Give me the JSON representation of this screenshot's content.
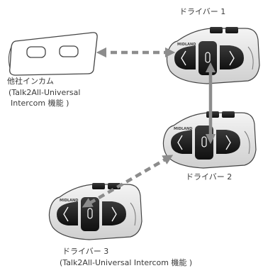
{
  "labels": {
    "driver1": "ドライバー 1",
    "driver2": "ドライバー 2",
    "driver3": "ドライバー 3",
    "driver3_mode": "(Talk2All-Universal Intercom 機能 )",
    "other_intercom": "他社インカム",
    "other_mode_line1": "(Talk2All-Universal",
    "other_mode_line2": "Intercom 機能 )"
  },
  "device": {
    "brand": "MIDLAND",
    "buttons": [
      "<",
      "0",
      ">",
      "-",
      "+"
    ]
  },
  "colors": {
    "arrow": "#8c8c8c",
    "outline": "#444444",
    "body_fill": "#e6e6e6",
    "button_fill": "#1f1f1f"
  },
  "connections": [
    {
      "from": "driver1",
      "to": "other_intercom",
      "style": "dashed"
    },
    {
      "from": "driver1",
      "to": "driver2",
      "style": "solid"
    },
    {
      "from": "driver2",
      "to": "driver3",
      "style": "dashed"
    }
  ]
}
